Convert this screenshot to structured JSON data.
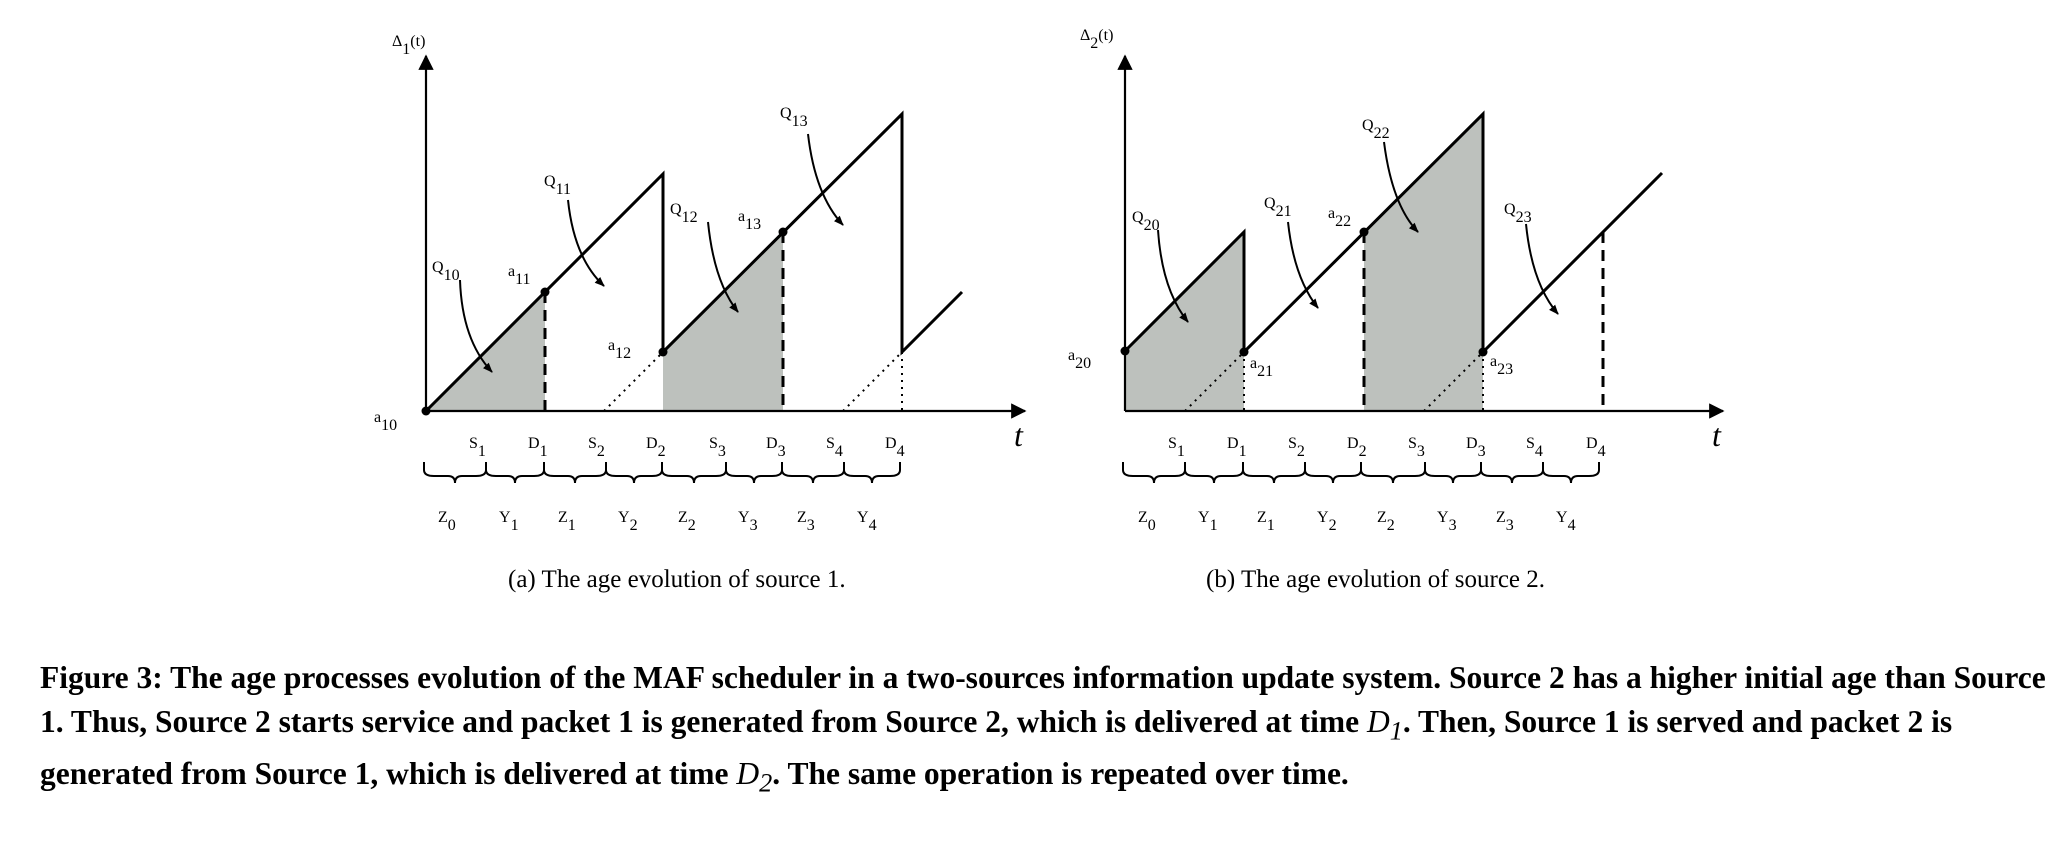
{
  "panel_a": {
    "caption": "(a)  The age evolution of source 1.",
    "y_label": {
      "base": "Δ",
      "sub": "1",
      "arg": "(t)"
    },
    "t_label": "t",
    "labels": [
      {
        "b": "a",
        "s": "10"
      },
      {
        "b": "a",
        "s": "11"
      },
      {
        "b": "a",
        "s": "12"
      },
      {
        "b": "a",
        "s": "13"
      },
      {
        "b": "Q",
        "s": "10"
      },
      {
        "b": "Q",
        "s": "11"
      },
      {
        "b": "Q",
        "s": "12"
      },
      {
        "b": "Q",
        "s": "13"
      }
    ],
    "ticks": [
      {
        "b": "S",
        "s": "1"
      },
      {
        "b": "D",
        "s": "1"
      },
      {
        "b": "S",
        "s": "2"
      },
      {
        "b": "D",
        "s": "2"
      },
      {
        "b": "S",
        "s": "3"
      },
      {
        "b": "D",
        "s": "3"
      },
      {
        "b": "S",
        "s": "4"
      },
      {
        "b": "D",
        "s": "4"
      }
    ],
    "intervals": [
      {
        "b": "Z",
        "s": "0"
      },
      {
        "b": "Y",
        "s": "1"
      },
      {
        "b": "Z",
        "s": "1"
      },
      {
        "b": "Y",
        "s": "2"
      },
      {
        "b": "Z",
        "s": "2"
      },
      {
        "b": "Y",
        "s": "3"
      },
      {
        "b": "Z",
        "s": "3"
      },
      {
        "b": "Y",
        "s": "4"
      }
    ]
  },
  "panel_b": {
    "caption": "(b)  The age evolution of source 2.",
    "y_label": {
      "base": "Δ",
      "sub": "2",
      "arg": "(t)"
    },
    "t_label": "t",
    "labels": [
      {
        "b": "a",
        "s": "20"
      },
      {
        "b": "a",
        "s": "21"
      },
      {
        "b": "a",
        "s": "22"
      },
      {
        "b": "a",
        "s": "23"
      },
      {
        "b": "Q",
        "s": "20"
      },
      {
        "b": "Q",
        "s": "21"
      },
      {
        "b": "Q",
        "s": "22"
      },
      {
        "b": "Q",
        "s": "23"
      }
    ],
    "ticks": [
      {
        "b": "S",
        "s": "1"
      },
      {
        "b": "D",
        "s": "1"
      },
      {
        "b": "S",
        "s": "2"
      },
      {
        "b": "D",
        "s": "2"
      },
      {
        "b": "S",
        "s": "3"
      },
      {
        "b": "D",
        "s": "3"
      },
      {
        "b": "S",
        "s": "4"
      },
      {
        "b": "D",
        "s": "4"
      }
    ],
    "intervals": [
      {
        "b": "Z",
        "s": "0"
      },
      {
        "b": "Y",
        "s": "1"
      },
      {
        "b": "Z",
        "s": "1"
      },
      {
        "b": "Y",
        "s": "2"
      },
      {
        "b": "Z",
        "s": "2"
      },
      {
        "b": "Y",
        "s": "3"
      },
      {
        "b": "Z",
        "s": "3"
      },
      {
        "b": "Y",
        "s": "4"
      }
    ]
  },
  "figure_caption": {
    "part1": "Figure 3: The age processes evolution of the MAF scheduler in a two-sources information update system. Source 2 has a higher initial age than Source 1. Thus, Source 2 starts service and packet 1 is generated from Source 2, which is delivered at time ",
    "d1_base": "D",
    "d1_sub": "1",
    "part2": ". Then, Source 1 is served and packet 2 is generated from Source 1, which is delivered at time ",
    "d2_base": "D",
    "d2_sub": "2",
    "part3": ". The same operation is repeated over time."
  },
  "colors": {
    "shade": "#bdc1bd",
    "ink": "#000000"
  }
}
